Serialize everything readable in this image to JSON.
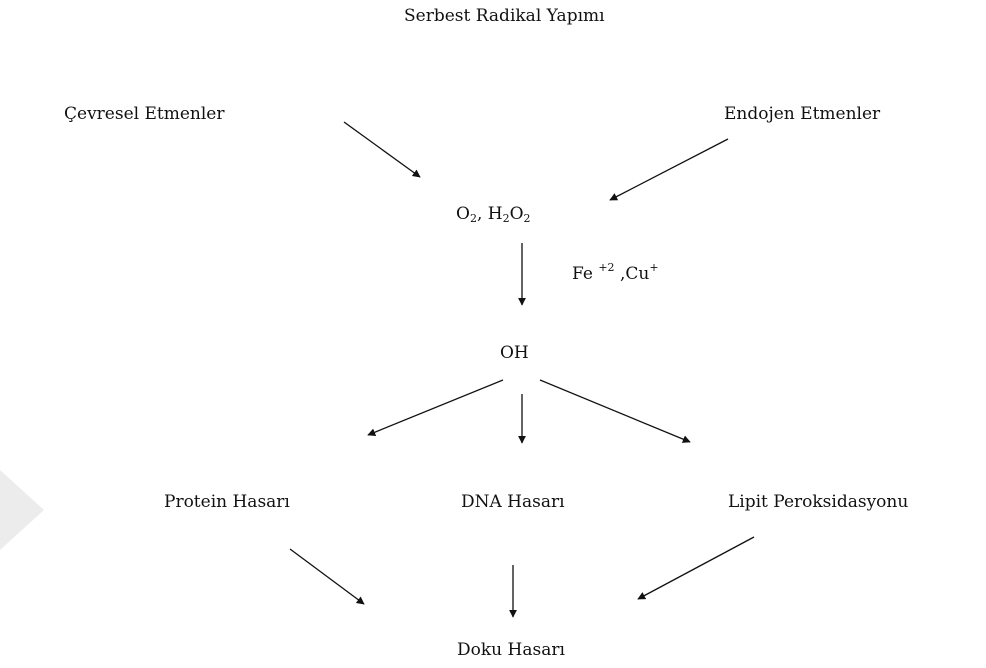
{
  "diagram": {
    "title": "Serbest Radikal Yapımı",
    "sources": {
      "environmental": "Çevresel Etmenler",
      "endogenous": "Endojen Etmenler"
    },
    "reactants": {
      "o2_base": "O",
      "o2_sub": "2",
      "separator": ", ",
      "h2o2_h": "H",
      "h2o2_h_sub": "2",
      "h2o2_o": "O",
      "h2o2_o_sub": "2"
    },
    "catalyst": {
      "fe": "Fe ",
      "fe_charge": "+2",
      "cu": " ,Cu",
      "cu_charge": "+"
    },
    "radical": "OH",
    "damage": {
      "protein": "Protein Hasarı",
      "dna": "DNA Hasarı",
      "lipid": "Lipit Peroksidasyonu"
    },
    "outcome": "Doku Hasarı"
  },
  "colors": {
    "text": "#111111",
    "arrow": "#111111",
    "background": "#ffffff",
    "watermark": "#e6e6e6"
  }
}
